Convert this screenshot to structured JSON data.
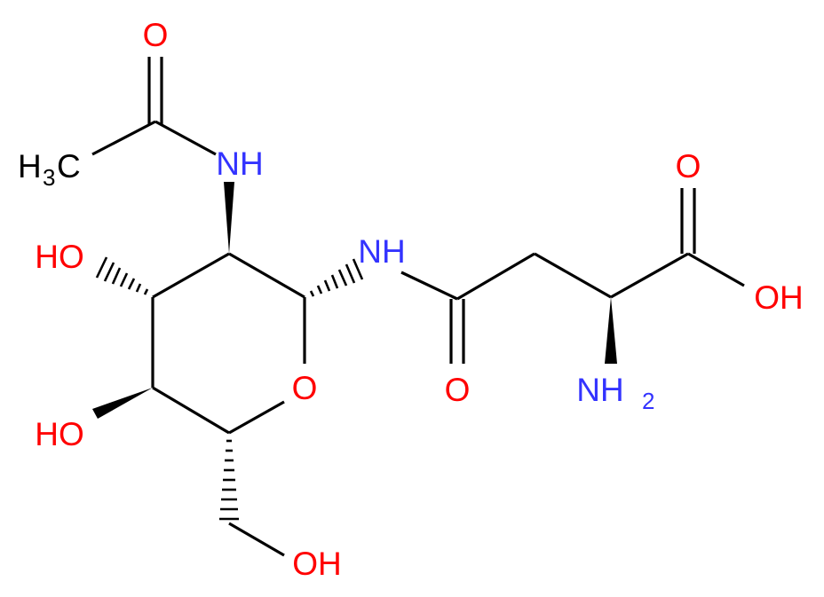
{
  "colors": {
    "background": "#ffffff",
    "bond": "#000000",
    "oxygen": "#ff0000",
    "nitrogen": "#3333ff",
    "carbon": "#000000"
  },
  "labels": {
    "acetyl_carbonyl_o": "O",
    "acetyl_methyl": "H",
    "acetyl_methyl_sub": "3",
    "acetyl_methyl_c": "C",
    "acetamido_nh": "NH",
    "ring_oh_c3": "HO",
    "ring_oh_c4": "HO",
    "ring_o": "O",
    "amide_nh": "NH",
    "amide_o": "O",
    "acid_o": "O",
    "acid_oh": "OH",
    "amino_n": "NH",
    "amino_sub": "2",
    "primary_oh": "OH"
  }
}
